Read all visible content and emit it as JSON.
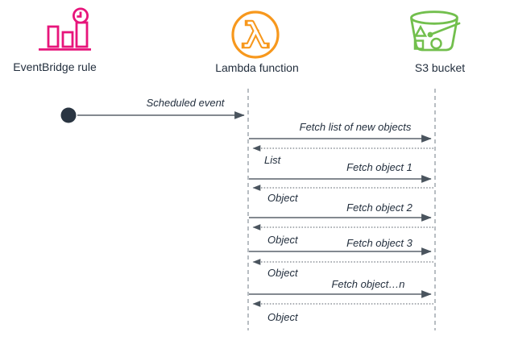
{
  "diagram_type": "sequence-diagram",
  "actors": [
    {
      "label": "EventBridge rule",
      "icon": "eventbridge-rule-icon"
    },
    {
      "label": "Lambda function",
      "icon": "lambda-function-icon"
    },
    {
      "label": "S3 bucket",
      "icon": "s3-bucket-icon"
    }
  ],
  "sequence": [
    {
      "label": "Scheduled event",
      "from": "EventBridge rule",
      "to": "Lambda function",
      "line": "solid"
    },
    {
      "label": "Fetch list of new objects",
      "from": "Lambda function",
      "to": "S3 bucket",
      "line": "solid"
    },
    {
      "label": "List",
      "from": "S3 bucket",
      "to": "Lambda function",
      "line": "dotted"
    },
    {
      "label": "Fetch object 1",
      "from": "Lambda function",
      "to": "S3 bucket",
      "line": "solid"
    },
    {
      "label": "Object",
      "from": "S3 bucket",
      "to": "Lambda function",
      "line": "dotted"
    },
    {
      "label": "Fetch object 2",
      "from": "Lambda function",
      "to": "S3 bucket",
      "line": "solid"
    },
    {
      "label": "Object",
      "from": "S3 bucket",
      "to": "Lambda function",
      "line": "dotted"
    },
    {
      "label": "Fetch object 3",
      "from": "Lambda function",
      "to": "S3 bucket",
      "line": "solid"
    },
    {
      "label": "Object",
      "from": "S3 bucket",
      "to": "Lambda function",
      "line": "dotted"
    },
    {
      "label": "Fetch object…n",
      "from": "Lambda function",
      "to": "S3 bucket",
      "line": "solid"
    },
    {
      "label": "Object",
      "from": "S3 bucket",
      "to": "Lambda function",
      "line": "dotted"
    }
  ],
  "colors": {
    "eventbridge": "#E7157B",
    "lambda": "#F7981D",
    "s3": "#72BF4D",
    "text": "#232F3E",
    "arrow": "#5A626B",
    "arrowhead": "#4A545E",
    "lifeline": "#8A929B",
    "start_dot": "#2A3542"
  }
}
